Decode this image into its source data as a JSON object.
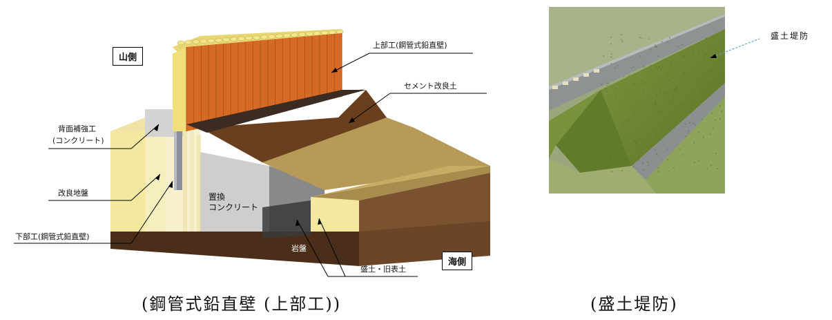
{
  "left_figure": {
    "labels": {
      "yama_gawa": "山側",
      "umi_gawa": "海側",
      "upper_work": "上部工(鋼管式鉛直壁)",
      "cement_soil": "セメント改良土",
      "back_reinforce_line1": "背面補強工",
      "back_reinforce_line2": "(コンクリート)",
      "improved_ground": "改良地盤",
      "lower_work": "下部工(鋼管式鉛直壁)",
      "replace_line1": "置換",
      "replace_line2": "コンクリート",
      "bedrock": "岩盤",
      "fill_old_soil": "盛土・旧表土"
    },
    "caption": "(鋼管式鉛直壁 (上部工))"
  },
  "right_figure": {
    "label": "盛土堤防",
    "caption": "(盛土堤防)"
  }
}
